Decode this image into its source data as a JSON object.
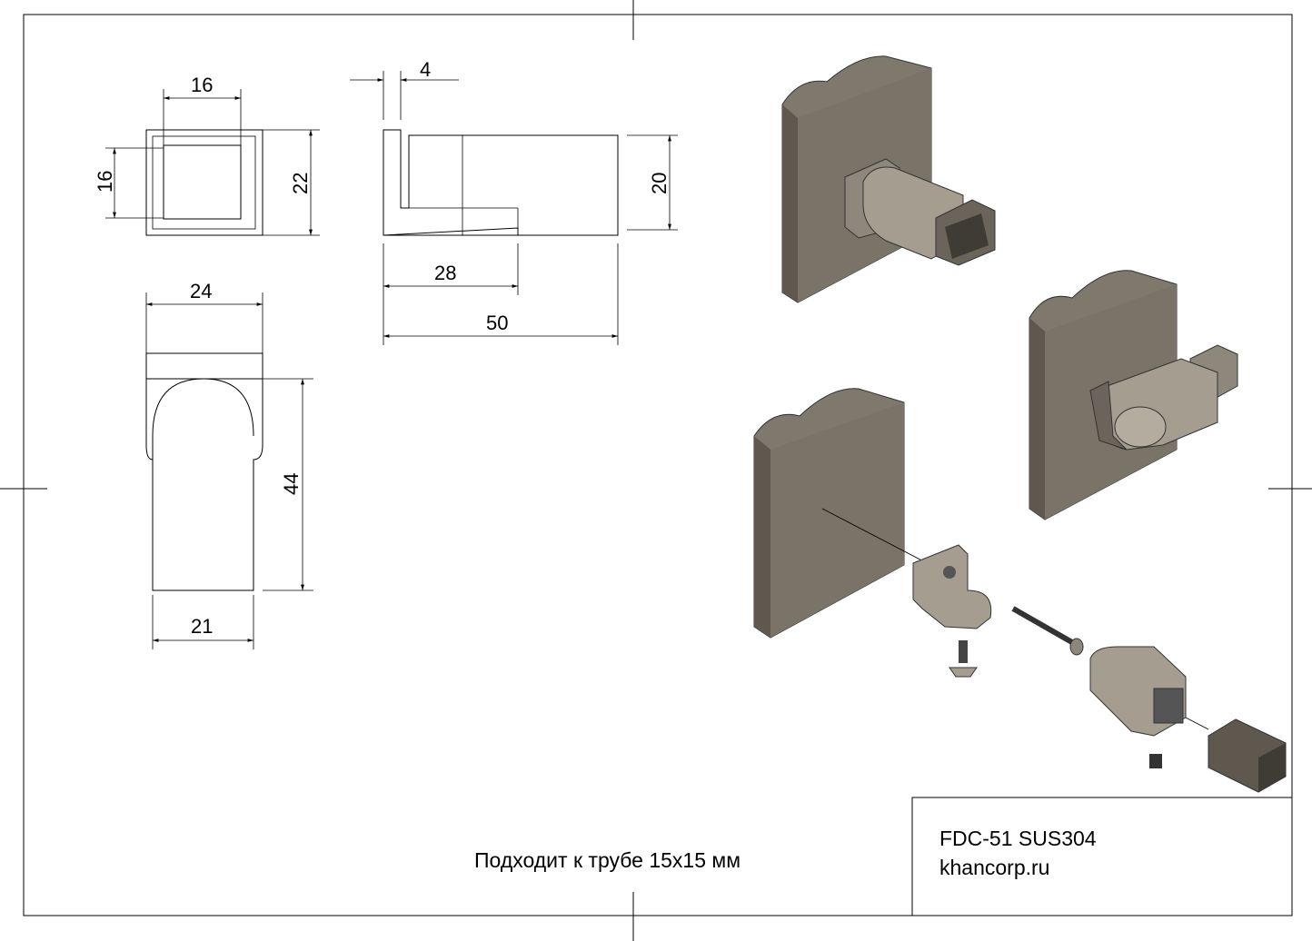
{
  "drawing": {
    "top_view": {
      "dim_inner_width": "16",
      "dim_inner_height": "16",
      "dim_outer_height": "22"
    },
    "side_view": {
      "dim_thickness": "4",
      "dim_height": "20",
      "dim_mount": "28",
      "dim_length": "50"
    },
    "front_view": {
      "dim_top_width": "24",
      "dim_height": "44",
      "dim_bottom_width": "21"
    },
    "note": "Подходит к трубе 15x15 мм"
  },
  "title_block": {
    "product": "FDC-51 SUS304",
    "website": "khancorp.ru"
  },
  "colors": {
    "render_body": "#7f786c",
    "render_dark": "#5e584f",
    "render_light": "#a49d90"
  }
}
